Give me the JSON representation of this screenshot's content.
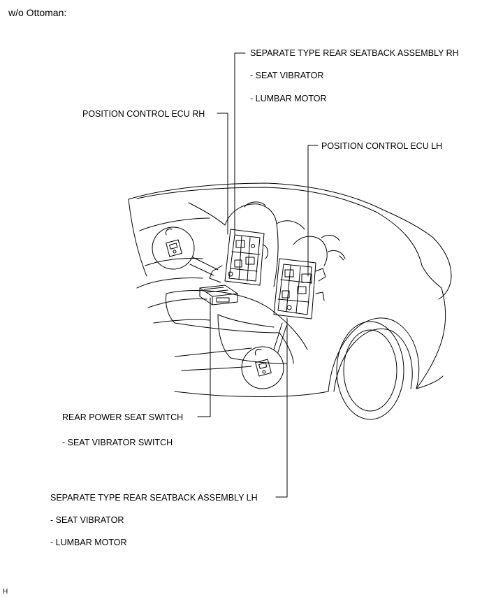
{
  "header": {
    "title": "w/o Ottoman:"
  },
  "labels": {
    "rh_assembly": "SEPARATE TYPE REAR SEATBACK ASSEMBLY RH",
    "rh_vibrator": "- SEAT VIBRATOR",
    "rh_lumbar": "- LUMBAR MOTOR",
    "ecu_rh": "POSITION CONTROL ECU RH",
    "ecu_lh": "POSITION CONTROL ECU LH",
    "switch": "REAR POWER SEAT SWITCH",
    "switch_sub": "- SEAT VIBRATOR SWITCH",
    "lh_assembly": "SEPARATE TYPE REAR SEATBACK ASSEMBLY LH",
    "lh_vibrator": "- SEAT VIBRATOR",
    "lh_lumbar": "- LUMBAR MOTOR"
  },
  "footer": {
    "code": "H"
  },
  "colors": {
    "line": "#000000",
    "background": "#ffffff"
  }
}
